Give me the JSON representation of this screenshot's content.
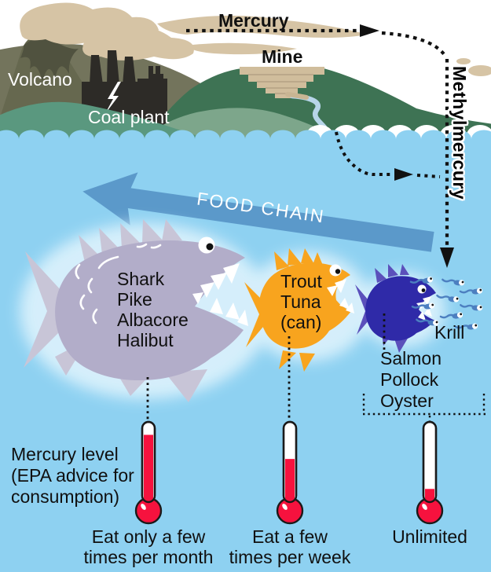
{
  "sources": {
    "volcano": "Volcano",
    "coal_plant": "Coal plant",
    "mine": "Mine"
  },
  "pollutants": {
    "airborne": "Mercury",
    "waterborne": "Methylmercury"
  },
  "food_chain": {
    "arrow_label": "FOOD CHAIN",
    "levels": [
      {
        "id": "large-fish",
        "species": [
          "Shark",
          "Pike",
          "Albacore",
          "Halibut"
        ],
        "advice": [
          "Eat only a few",
          "times per month"
        ],
        "mercury_fill_percent": 92
      },
      {
        "id": "medium-fish",
        "species": [
          "Trout",
          "Tuna",
          "(can)"
        ],
        "advice": [
          "Eat a few",
          "times per week"
        ],
        "mercury_fill_percent": 59
      },
      {
        "id": "small-fish",
        "species": [
          "Salmon",
          "Pollock",
          "Oyster"
        ],
        "advice": [
          "Unlimited"
        ],
        "mercury_fill_percent": 18
      },
      {
        "id": "krill",
        "species": [
          "Krill"
        ]
      }
    ]
  },
  "legend": {
    "lines": [
      "Mercury level",
      "(EPA advice for",
      "consumption)"
    ]
  },
  "colors": {
    "water": "#8ed1f1",
    "food_chain_arrow": "#5b99ca",
    "large_fish": "#b2adc9",
    "large_fish_fins": "#c8c5d7",
    "medium_fish": "#f8a41e",
    "small_fish": "#2f2aa8",
    "small_fish_fins": "#5b50bb",
    "krill": "#4c7fc0",
    "mercury_red": "#f6123e"
  }
}
